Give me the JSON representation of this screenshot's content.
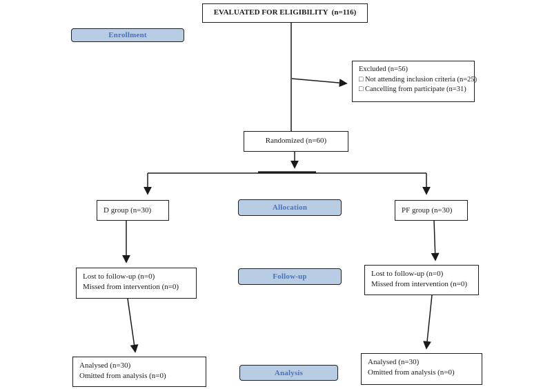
{
  "diagram": {
    "title_box": {
      "text": "EVALUATED FOR ELIGIBILITY  (n=116)"
    },
    "stage_labels": {
      "enrollment": "Enrollment",
      "allocation": "Allocation",
      "followup": "Follow-up",
      "analysis": "Analysis"
    },
    "excluded": {
      "line1": "Excluded (n=56)",
      "line2": "□ Not attending inclusion criteria (n=25)",
      "line3": "□ Cancelling from participate (n=31)"
    },
    "randomized": {
      "text": "Randomized (n=60)"
    },
    "group_left": {
      "text": "D group (n=30)"
    },
    "group_right": {
      "text": "PF group (n=30)"
    },
    "followup_left": {
      "line1": "Lost to follow-up (n=0)",
      "line2": "Missed from intervention (n=0)"
    },
    "followup_right": {
      "line1": "Lost to follow-up (n=0)",
      "line2": "Missed from intervention (n=0)"
    },
    "analysed_left": {
      "line1": "Analysed (n=30)",
      "line2": "Omitted from analysis (n=0)"
    },
    "analysed_right": {
      "line1": "Analysed (n=30)",
      "line2": "Omitted from analysis (n=0)"
    },
    "colors": {
      "badge_fill": "#b8cce4",
      "badge_text": "#4472c4",
      "box_border": "#1c1c1c",
      "connector": "#1a1a1a",
      "background": "#ffffff"
    }
  }
}
